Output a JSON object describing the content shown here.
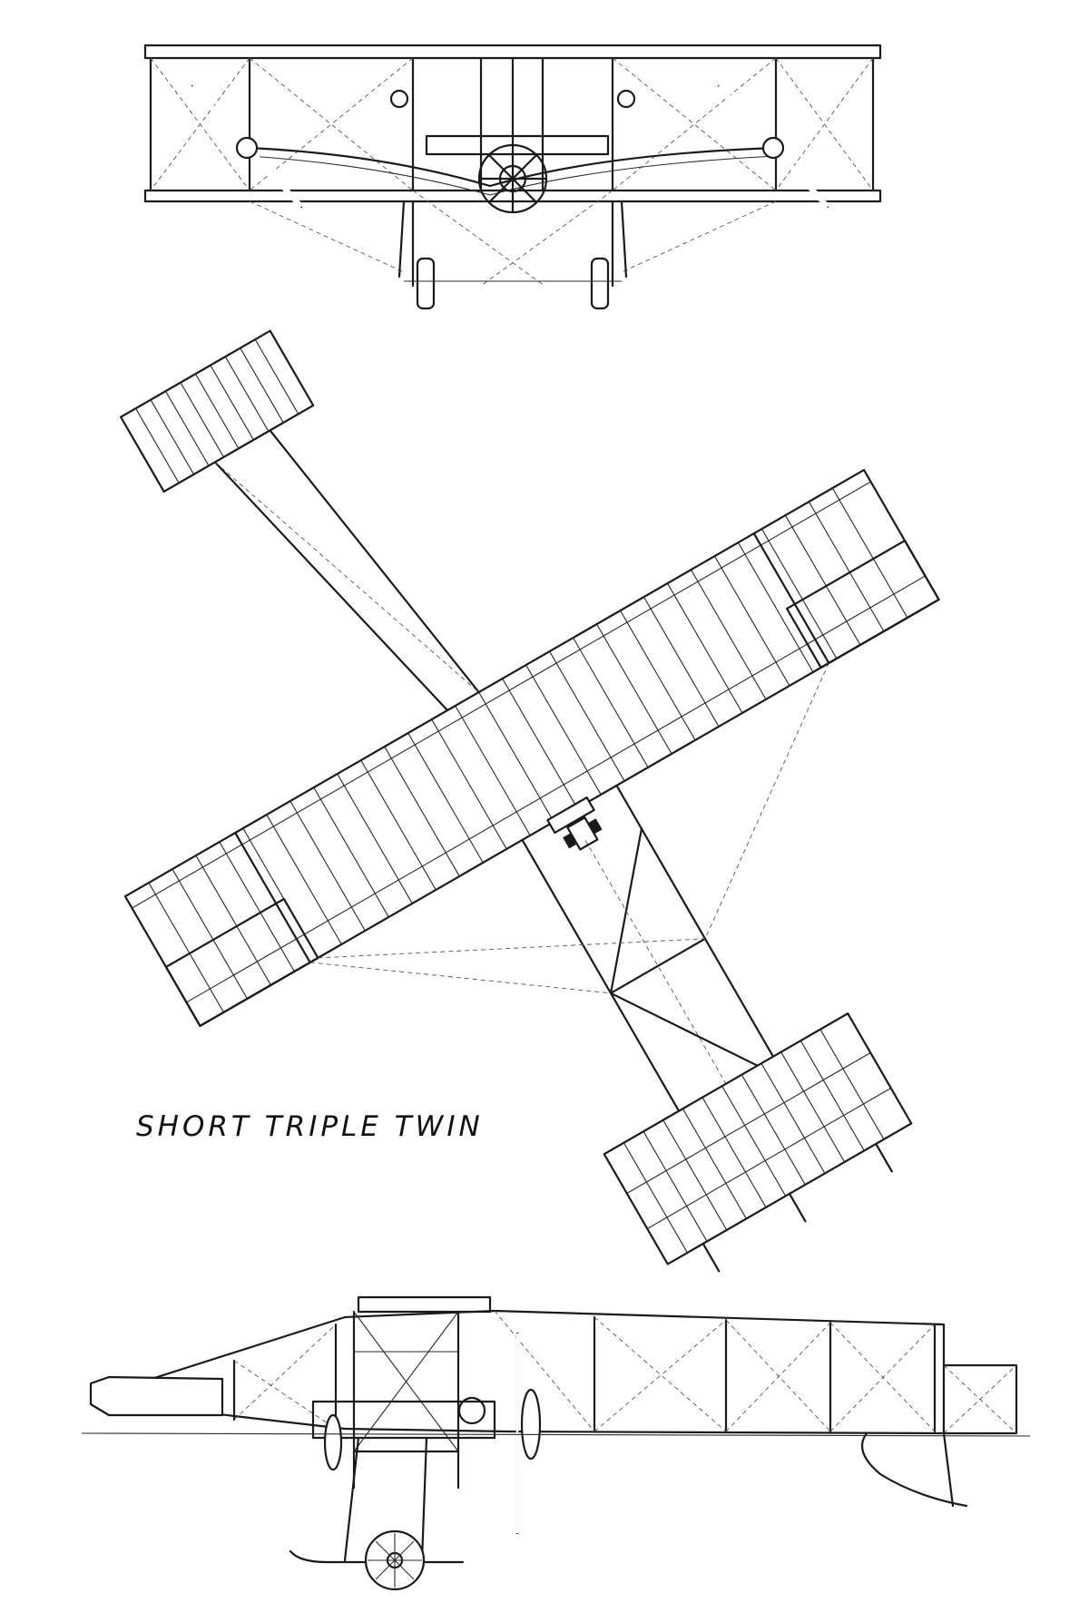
{
  "caption": "SHORT    TRIPLE TWIN",
  "colors": {
    "ink": "#1a1a1a",
    "paper": "#ffffff"
  },
  "views": [
    "front-elevation",
    "plan-view",
    "side-elevation"
  ]
}
